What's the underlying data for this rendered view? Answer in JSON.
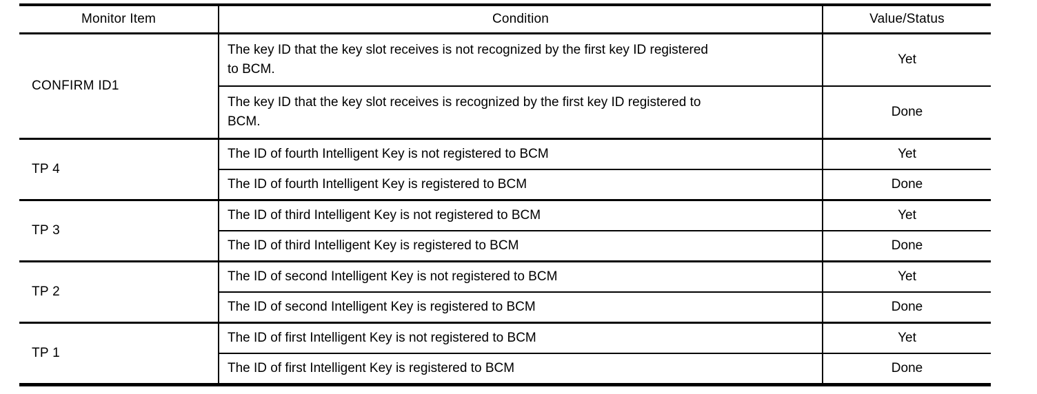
{
  "table": {
    "headers": {
      "monitor_item": "Monitor Item",
      "condition": "Condition",
      "value_status": "Value/Status"
    },
    "groups": [
      {
        "monitor_item": "CONFIRM ID1",
        "rows": [
          {
            "condition": "The key ID that the key slot receives is not recognized by the first key ID registered\nto BCM.",
            "value": "Yet"
          },
          {
            "condition": "The key ID that the key slot receives is recognized by the first key ID registered to\nBCM.",
            "value": "Done"
          }
        ]
      },
      {
        "monitor_item": "TP 4",
        "rows": [
          {
            "condition": "The ID of fourth Intelligent Key is not registered to BCM",
            "value": "Yet"
          },
          {
            "condition": "The ID of fourth Intelligent Key is registered to BCM",
            "value": "Done"
          }
        ]
      },
      {
        "monitor_item": "TP 3",
        "rows": [
          {
            "condition": "The ID of third Intelligent Key is not registered to BCM",
            "value": "Yet"
          },
          {
            "condition": "The ID of third Intelligent Key is registered to BCM",
            "value": "Done"
          }
        ]
      },
      {
        "monitor_item": "TP 2",
        "rows": [
          {
            "condition": "The ID of second Intelligent Key is not registered to BCM",
            "value": "Yet"
          },
          {
            "condition": "The ID of second Intelligent Key is registered to BCM",
            "value": "Done"
          }
        ]
      },
      {
        "monitor_item": "TP 1",
        "rows": [
          {
            "condition": "The ID of first Intelligent Key is not registered to BCM",
            "value": "Yet"
          },
          {
            "condition": "The ID of first Intelligent Key is registered to BCM",
            "value": "Done"
          }
        ]
      }
    ]
  }
}
